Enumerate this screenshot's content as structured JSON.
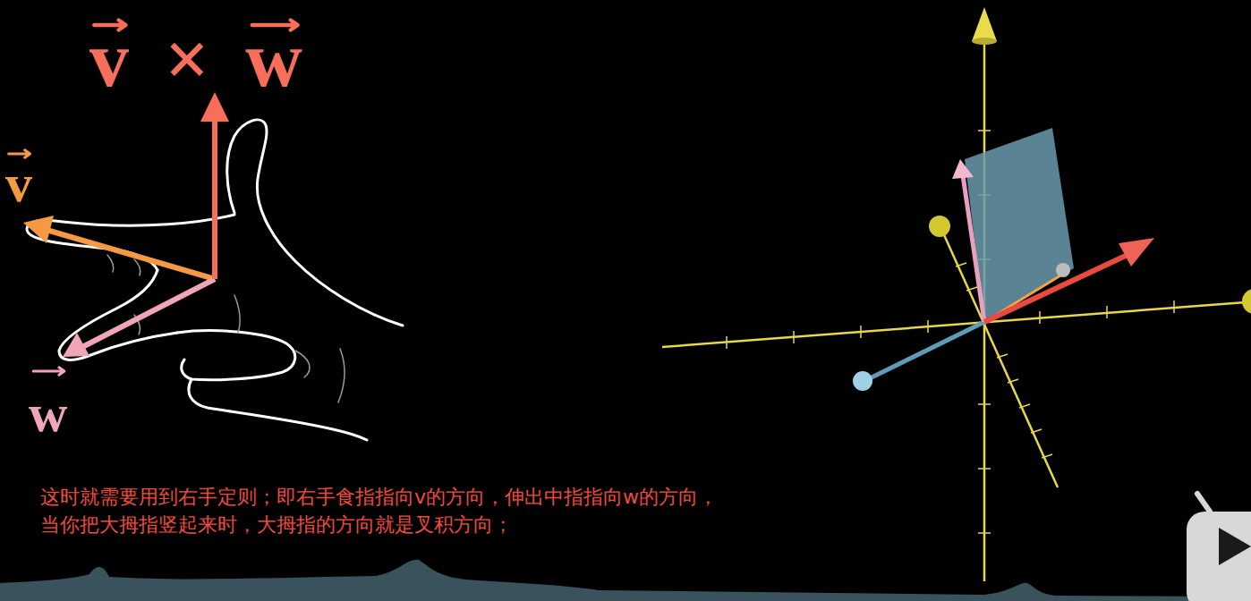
{
  "diagram": {
    "labels": [
      "v × w",
      "v",
      "w",
      "这时就需要用到右手定则；即右手食指指向v的方向，伸出中指指向w的方向， 当你把大拇指竖起来时，大拇指的方向就是叉积方向；"
    ]
  }
}
